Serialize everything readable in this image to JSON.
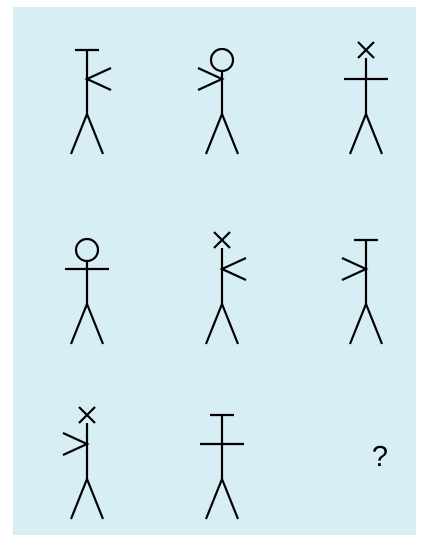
{
  "puzzle": {
    "cells": [
      {
        "row": 1,
        "col": 1,
        "head": "bar",
        "arms": "right-open"
      },
      {
        "row": 1,
        "col": 2,
        "head": "circle",
        "arms": "left-open"
      },
      {
        "row": 1,
        "col": 3,
        "head": "cross",
        "arms": "horizontal"
      },
      {
        "row": 2,
        "col": 1,
        "head": "circle",
        "arms": "horizontal"
      },
      {
        "row": 2,
        "col": 2,
        "head": "cross",
        "arms": "right-open"
      },
      {
        "row": 2,
        "col": 3,
        "head": "bar",
        "arms": "left-open"
      },
      {
        "row": 3,
        "col": 1,
        "head": "cross",
        "arms": "left-open"
      },
      {
        "row": 3,
        "col": 2,
        "head": "bar",
        "arms": "horizontal"
      },
      {
        "row": 3,
        "col": 3,
        "head": "",
        "arms": "",
        "missing": true
      }
    ],
    "missing_label": "?"
  },
  "colors": {
    "background": "#d8eef5",
    "stroke": "#000000"
  }
}
